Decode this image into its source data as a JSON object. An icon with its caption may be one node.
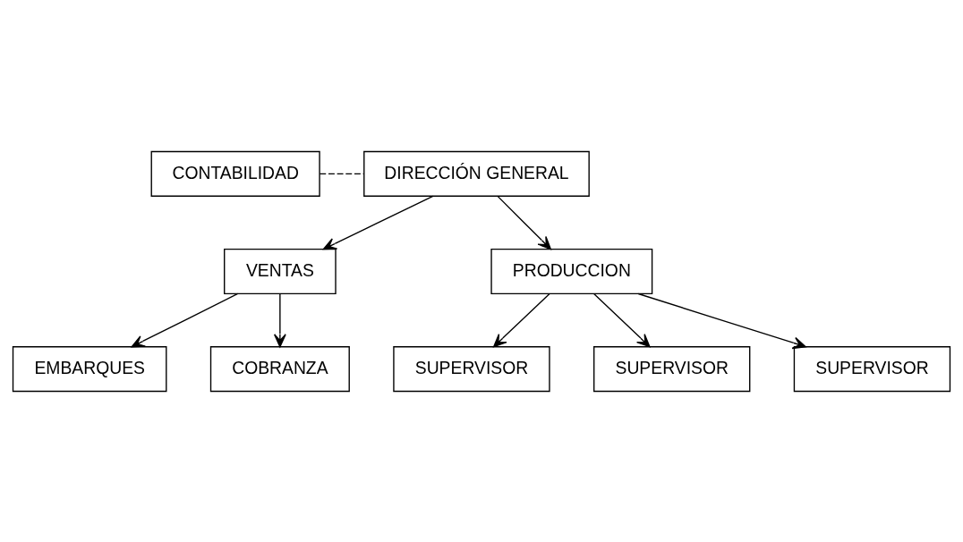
{
  "diagram": {
    "nodes": [
      {
        "text": [
          "DIRECCIÓN GENERAL"
        ]
      },
      {
        "text": [
          "CONTABILIDAD"
        ]
      },
      {
        "text": [
          "VENTAS"
        ]
      },
      {
        "text": [
          "PRODUCCION"
        ]
      },
      {
        "text": [
          "EMBARQUES"
        ]
      },
      {
        "text": [
          "COBRANZA"
        ]
      },
      {
        "text": [
          "SUPERVISOR"
        ]
      },
      {
        "text": [
          "SUPERVISOR"
        ]
      },
      {
        "text": [
          "SUPERVISOR"
        ]
      }
    ],
    "edges": [
      {
        "from": 1,
        "to": 0,
        "arrow": "none",
        "style": "dashed"
      },
      {
        "from": 0,
        "to": 2,
        "arrow": "to"
      },
      {
        "from": 0,
        "to": 3,
        "arrow": "to"
      },
      {
        "from": 2,
        "to": 4,
        "arrow": "to"
      },
      {
        "from": 2,
        "to": 5,
        "arrow": "to"
      },
      {
        "from": 3,
        "to": 6,
        "arrow": "to"
      },
      {
        "from": 3,
        "to": 7,
        "arrow": "to"
      },
      {
        "from": 3,
        "to": 8,
        "arrow": "to"
      }
    ]
  }
}
